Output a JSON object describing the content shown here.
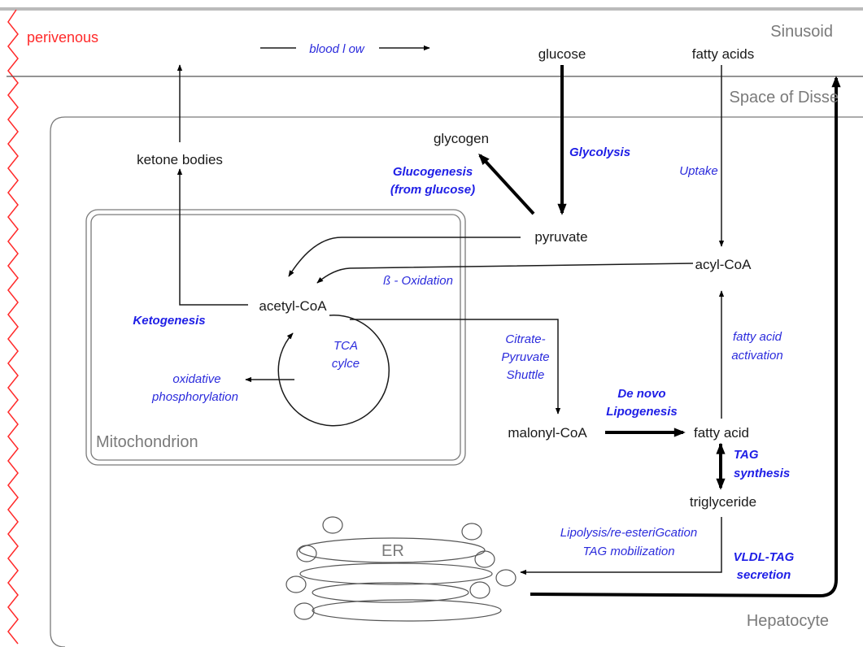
{
  "regions": {
    "perivenous": "perivenous",
    "sinusoid": "Sinusoid",
    "space_of_disse": "Space of Disse",
    "mitochondrion": "Mitochondrion",
    "er": "ER",
    "hepatocyte": "Hepatocyte"
  },
  "blood_flow": "blood l ow",
  "metabolites": {
    "glucose": "glucose",
    "fatty_acids": "fatty acids",
    "glycogen": "glycogen",
    "ketone_bodies": "ketone bodies",
    "pyruvate": "pyruvate",
    "acyl_coa": "acyl-CoA",
    "acetyl_coa": "acetyl-CoA",
    "malonyl_coa": "malonyl-CoA",
    "fatty_acid": "fatty acid",
    "triglyceride": "triglyceride"
  },
  "processes": {
    "glycolysis": "Glycolysis",
    "glucogenesis_1": "Glucogenesis",
    "glucogenesis_2": "(from glucose)",
    "uptake": "Uptake",
    "beta_oxidation": "ß - Oxidation",
    "ketogenesis": "Ketogenesis",
    "tca_1": "TCA",
    "tca_2": "cylce",
    "oxphos_1": "oxidative",
    "oxphos_2": "phosphorylation",
    "shuttle_1": "Citrate-",
    "shuttle_2": "Pyruvate",
    "shuttle_3": "Shuttle",
    "fa_activation_1": "fatty acid",
    "fa_activation_2": "activation",
    "dnl_1": "De novo",
    "dnl_2": "Lipogenesis",
    "tag_synth_1": "TAG",
    "tag_synth_2": "synthesis",
    "lipolysis_1": "Lipolysis/re-esteriGcation",
    "lipolysis_2": "TAG mobilization",
    "vldl_1": "VLDL-TAG",
    "vldl_2": "secretion"
  },
  "colors": {
    "process_blue": "#2b2bdc",
    "perivenous_red": "#ff2a2a",
    "region_grey": "#7a7a7a"
  }
}
